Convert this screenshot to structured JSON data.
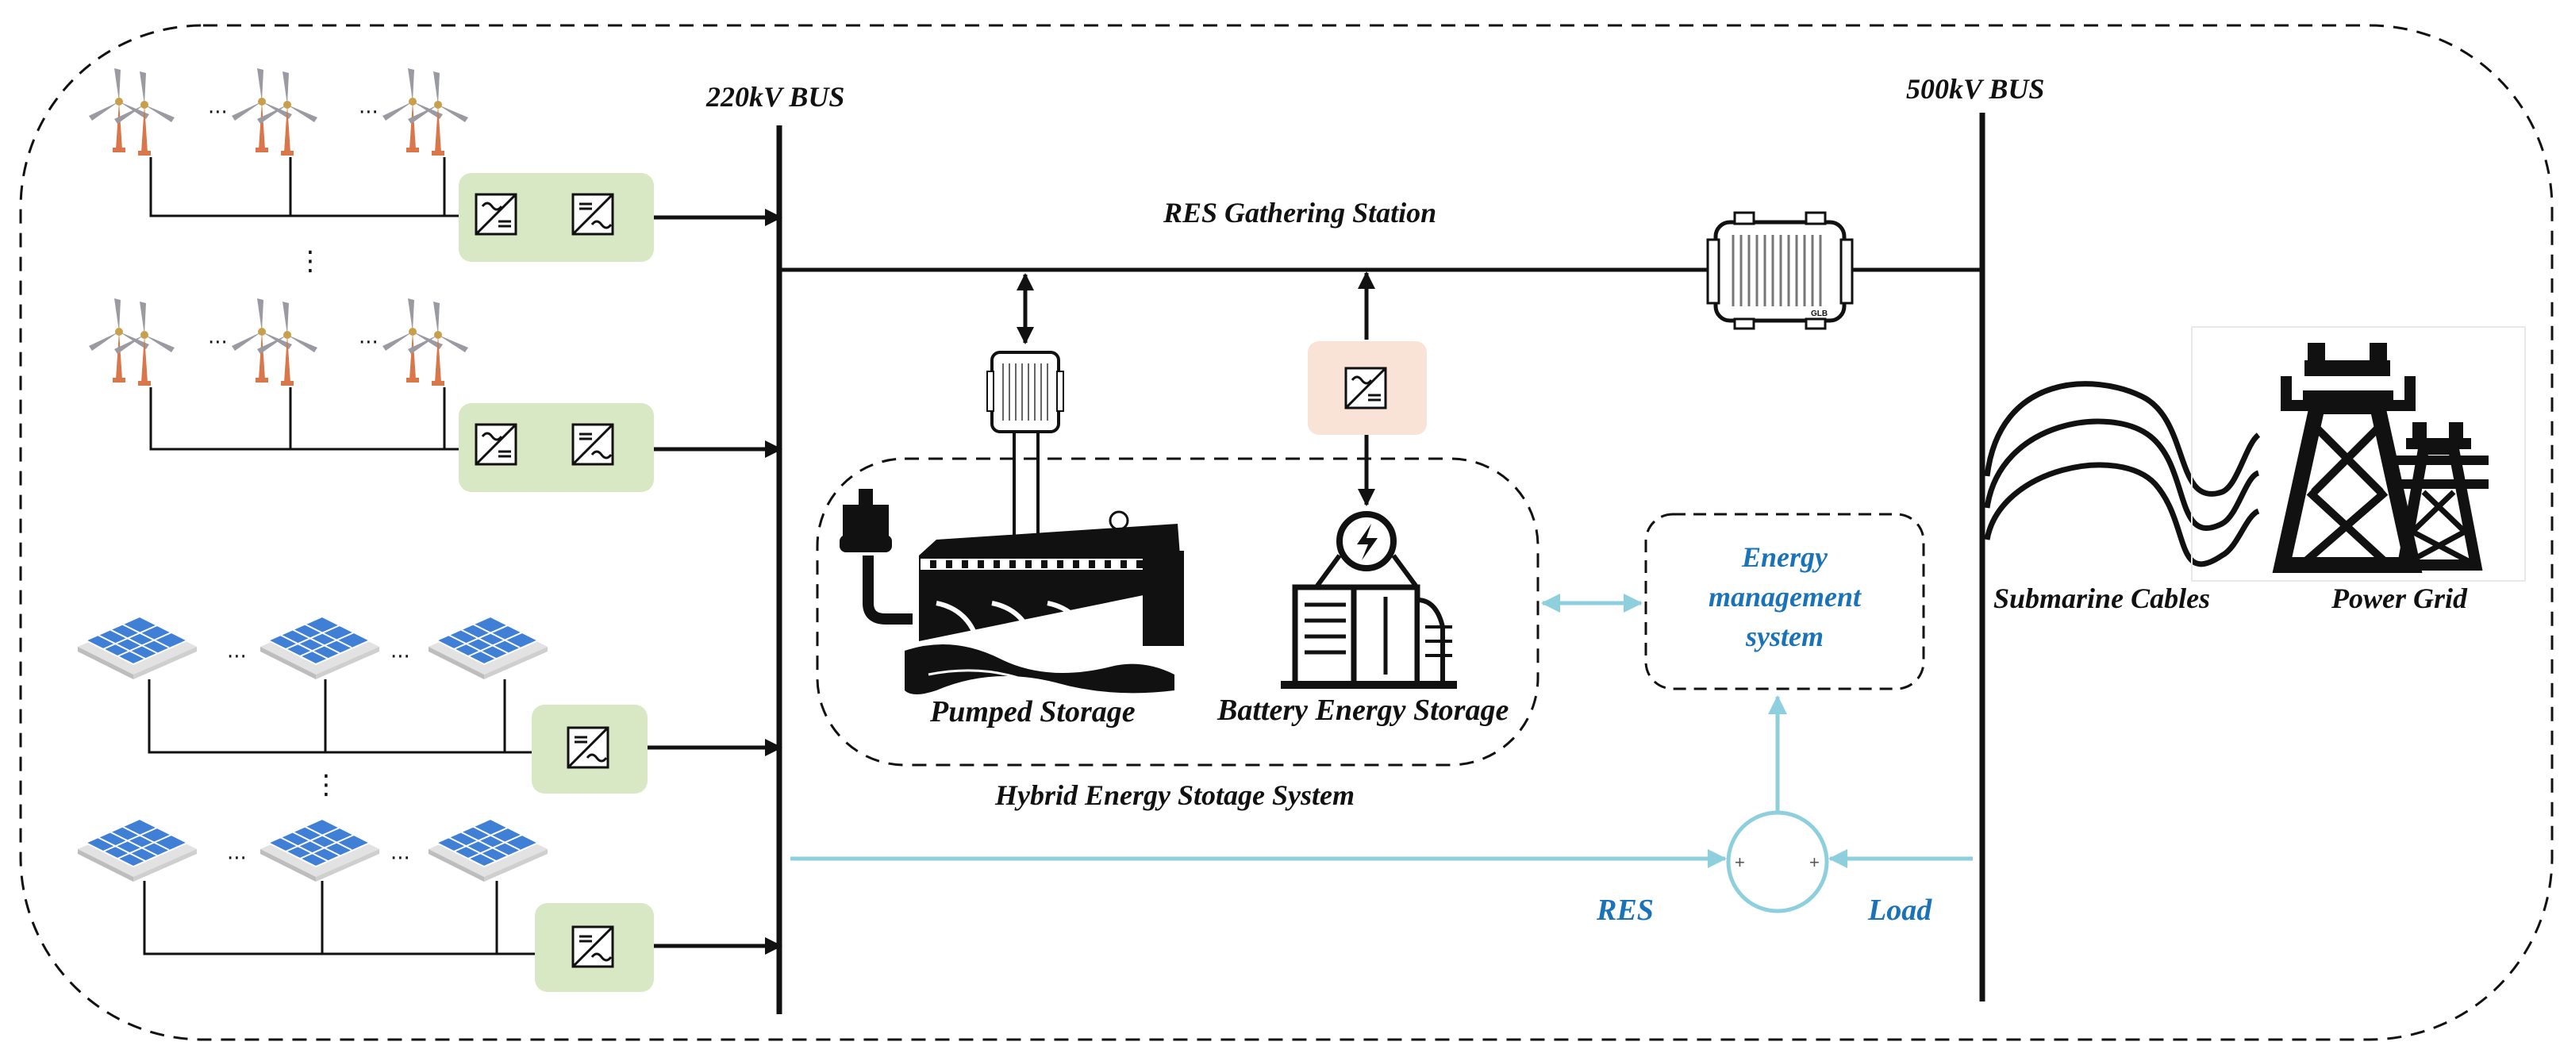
{
  "buses": {
    "bus220": "220kV BUS",
    "bus500": "500kV BUS"
  },
  "labels": {
    "res_gathering": "RES Gathering Station",
    "pumped_storage": "Pumped Storage",
    "battery_storage": "Battery Energy Storage",
    "hybrid_system": "Hybrid Energy Stotage System",
    "ems_line1": "Energy",
    "ems_line2": "management",
    "ems_line3": "system",
    "submarine_cables": "Submarine Cables",
    "power_grid": "Power Grid",
    "res": "RES",
    "load": "Load",
    "plus_left": "+",
    "plus_right": "+",
    "ellipsis": "···",
    "vellipsis": "⋮",
    "transformer_tag": "GLB"
  },
  "colors": {
    "line": "#111111",
    "ems_blue": "#1a73b8",
    "flow_cyan": "#8ecfdd",
    "converter_green": "#d9e8c4",
    "converter_orange": "#f9e2d6",
    "turbine_blade": "#9a9aa3",
    "turbine_tower": "#d9764a",
    "panel_blue": "#3f7fd6"
  },
  "icons": [
    "wind-turbine-icon",
    "solar-panel-icon",
    "ac-dc-converter-icon",
    "dc-ac-converter-icon",
    "transformer-icon",
    "pumped-hydro-icon",
    "battery-storage-icon",
    "transmission-tower-icon",
    "summing-junction-icon"
  ]
}
